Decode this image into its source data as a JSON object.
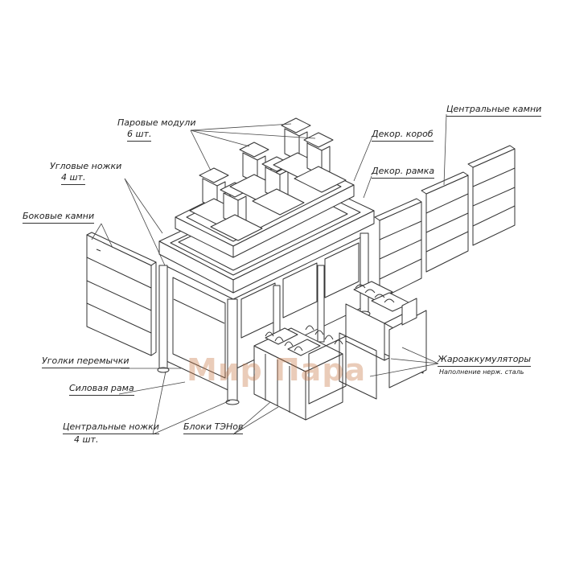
{
  "labels": {
    "steam_modules": "Паровые модули",
    "steam_modules_qty": "6 шт.",
    "decor_box": "Декор. короб",
    "decor_frame": "Декор. рамка",
    "central_stones": "Центральные камни",
    "corner_legs": "Угловые ножки",
    "corner_legs_qty": "4 шт.",
    "side_stones": "Боковые камни",
    "jumper_angles": "Уголки перемычки",
    "power_frame": "Силовая рама",
    "central_legs": "Центральные ножки",
    "central_legs_qty": "4 шт.",
    "heater_blocks": "Блоки ТЭНов",
    "heat_accumulators": "Жароаккумуляторы",
    "heat_accumulators_note": "Наполнение нерж. сталь"
  },
  "watermark": "Мир Пара",
  "colors": {
    "line": "#333333",
    "watermark": "#c8784a"
  }
}
